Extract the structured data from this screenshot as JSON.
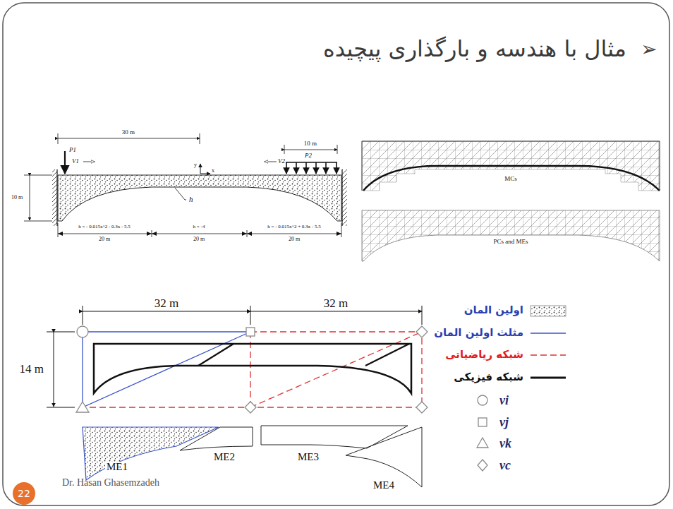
{
  "diagram": {
    "title": "مثال با هندسه و بارگذاری پیچیده",
    "labels": [
      "➢",
      "30 m",
      "P1",
      "V1",
      "y",
      "x",
      "V2",
      "10 m",
      "P2",
      "10 m",
      "h",
      "h = - 0.015x^2 - 0.3x - 5.5",
      "h = -4",
      "h = - 0.015x^2 + 0.3x - 5.5",
      "20 m",
      "20 m",
      "20 m",
      "MCs",
      "PCs and MEs",
      "32 m",
      "32 m",
      "14 m",
      "ME1",
      "ME2",
      "ME3",
      "ME4",
      "22",
      "Dr. Hasan Ghasemzadeh"
    ],
    "legend": [
      {
        "text": "اولین المان"
      },
      {
        "text": "مثلث اولین المان"
      },
      {
        "text": "شبکه ریاضیاتی"
      },
      {
        "text": "شبکه فیزیکی"
      },
      {
        "text": "vi"
      },
      {
        "text": "vj"
      },
      {
        "text": "vk"
      },
      {
        "text": "vc"
      }
    ]
  }
}
